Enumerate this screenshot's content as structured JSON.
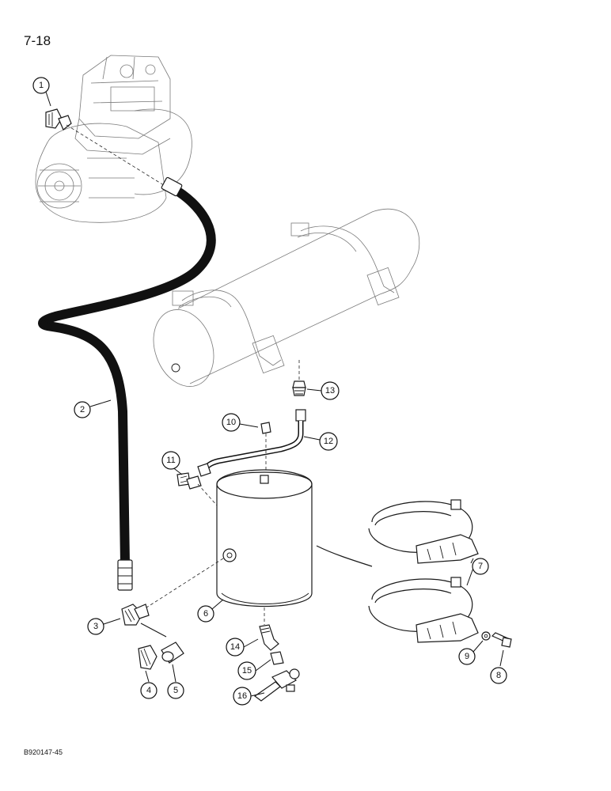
{
  "page": {
    "number": "7-18",
    "figure_code": "B920147-45"
  },
  "callouts": [
    {
      "id": "1",
      "label": "1"
    },
    {
      "id": "2",
      "label": "2"
    },
    {
      "id": "3",
      "label": "3"
    },
    {
      "id": "4",
      "label": "4"
    },
    {
      "id": "5",
      "label": "5"
    },
    {
      "id": "6",
      "label": "6"
    },
    {
      "id": "7",
      "label": "7"
    },
    {
      "id": "8",
      "label": "8"
    },
    {
      "id": "9",
      "label": "9"
    },
    {
      "id": "10",
      "label": "10"
    },
    {
      "id": "11",
      "label": "11"
    },
    {
      "id": "12",
      "label": "12"
    },
    {
      "id": "13",
      "label": "13"
    },
    {
      "id": "14",
      "label": "14"
    },
    {
      "id": "15",
      "label": "15"
    },
    {
      "id": "16",
      "label": "16"
    }
  ],
  "colors": {
    "ink": "#1a1a1a",
    "ghost_outline": "#7a7a7a",
    "paper": "#ffffff"
  }
}
